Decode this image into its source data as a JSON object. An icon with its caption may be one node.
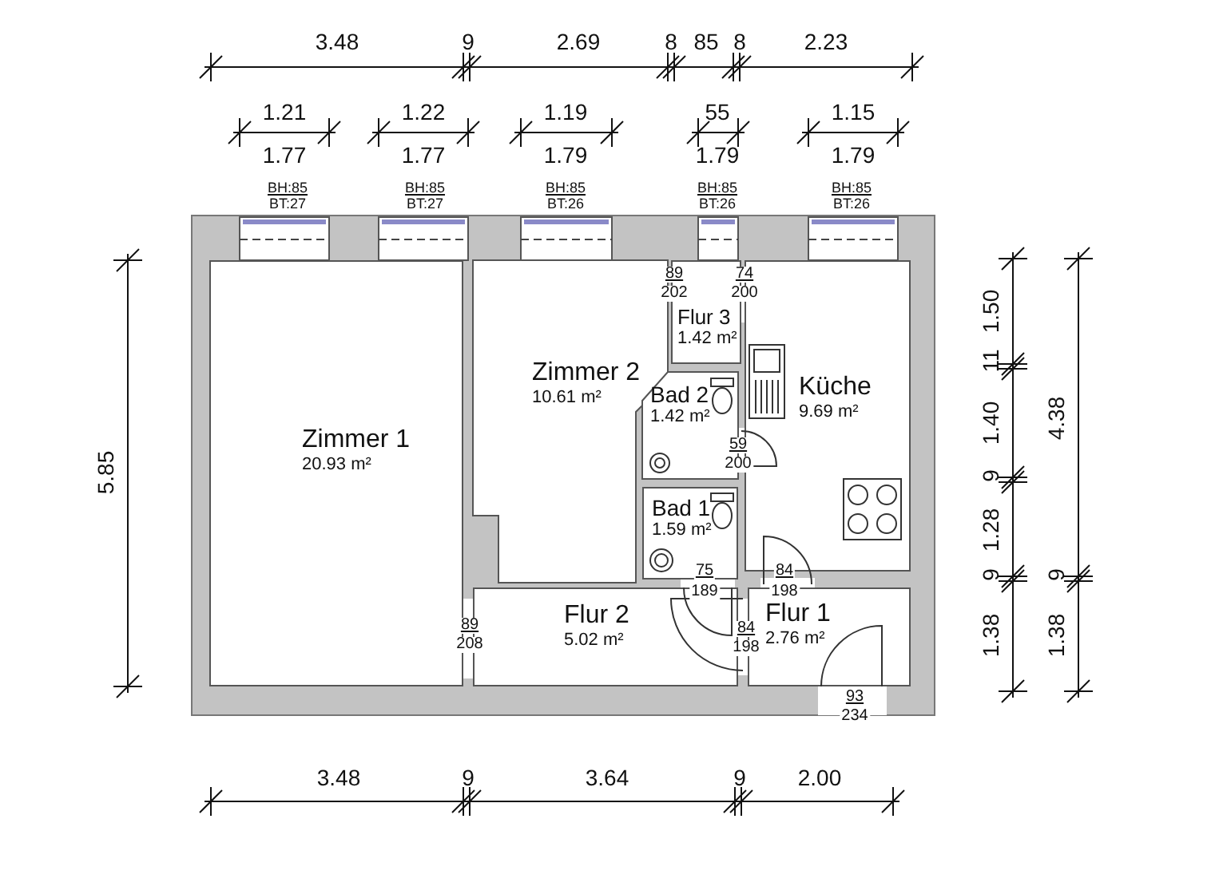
{
  "diagram": {
    "nodes": [
      {
        "text": [
          "Zimmer 1",
          "20.93 m²"
        ]
      },
      {
        "text": [
          "Zimmer 2",
          "10.61 m²"
        ]
      },
      {
        "text": [
          "Flur 3",
          "1.42 m²"
        ]
      },
      {
        "text": [
          "Bad 2",
          "1.42 m²"
        ]
      },
      {
        "text": [
          "Küche",
          "9.69 m²"
        ]
      },
      {
        "text": [
          "Bad 1",
          "1.59 m²"
        ]
      },
      {
        "text": [
          "Flur 2",
          "5.02 m²"
        ]
      },
      {
        "text": [
          "Flur 1",
          "2.76 m²"
        ]
      }
    ],
    "labels": [
      "3.48",
      "9",
      "2.69",
      "8",
      "85",
      "8",
      "2.23",
      "1.21",
      "1.22",
      "1.19",
      "55",
      "1.15",
      "1.77",
      "1.77",
      "1.79",
      "1.79",
      "1.79",
      "BH:85",
      "BT:27",
      "BH:85",
      "BT:27",
      "BH:85",
      "BT:26",
      "BH:85",
      "BT:26",
      "BH:85",
      "BT:26",
      "5.85",
      "89",
      "202",
      "74",
      "200",
      "59",
      "200",
      "75",
      "189",
      "84",
      "198",
      "89",
      "208",
      "84",
      "198",
      "93",
      "234",
      "1.50",
      "11",
      "1.40",
      "9",
      "1.28",
      "9",
      "1.38",
      "4.38",
      "9",
      "1.38",
      "3.48",
      "9",
      "3.64",
      "9",
      "2.00"
    ]
  }
}
